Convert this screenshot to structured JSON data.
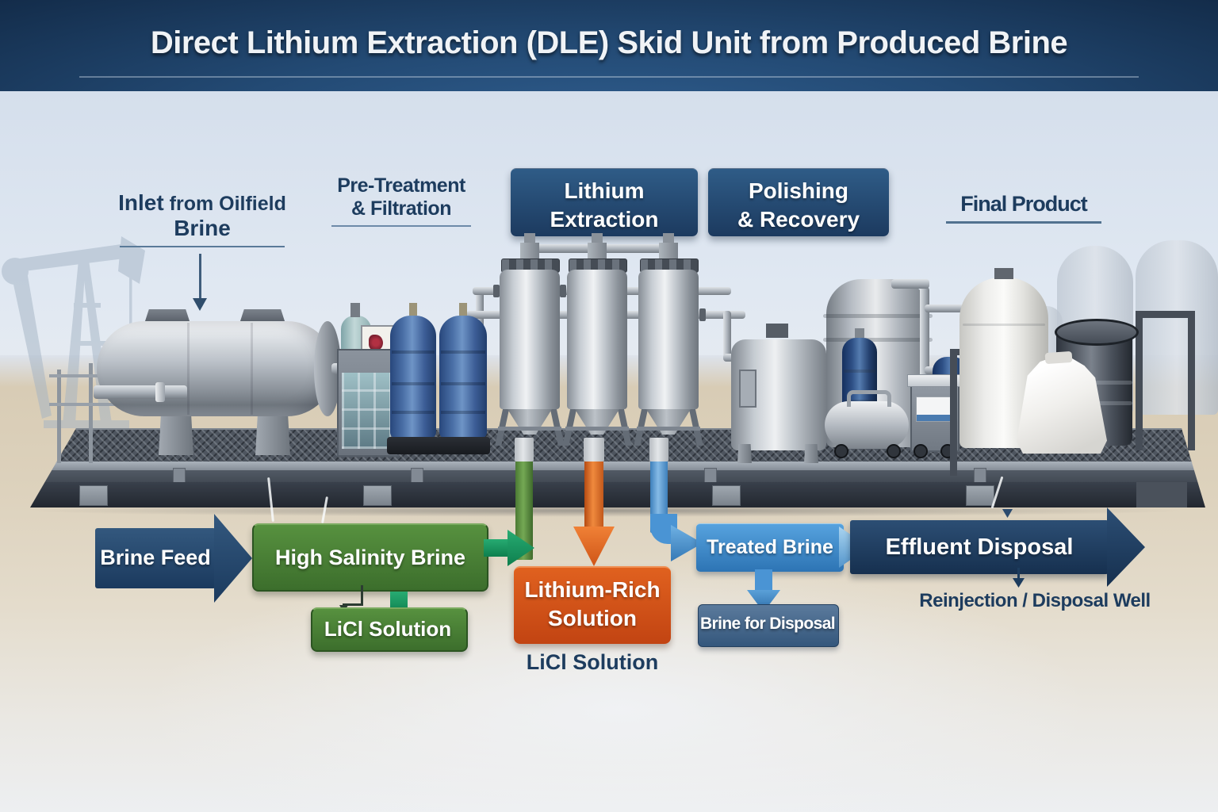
{
  "title": "Direct Lithium Extraction (DLE) Skid Unit from Produced Brine",
  "sections": {
    "inlet": {
      "emphasis": "Inlet",
      "rest": " from Oilfield",
      "line2": "Brine"
    },
    "pretreatment": {
      "line1": "Pre-Treatment",
      "line2": "& Filtration"
    },
    "lithium_extraction": {
      "line1": "Lithium",
      "line2": "Extraction"
    },
    "polishing_recovery": {
      "line1": "Polishing",
      "line2": "& Recovery"
    },
    "final_product": {
      "label": "Final Product"
    }
  },
  "flow": {
    "brine_feed": "Brine Feed",
    "high_salinity_brine": "High Salinity Brine",
    "licl_solution": "LiCl Solution",
    "lithium_rich": {
      "line1": "Lithium-Rich",
      "line2": "Solution"
    },
    "licl_caption": "LiCl Solution",
    "treated_brine": "Treated Brine",
    "brine_for_disposal": "Brine for Disposal",
    "effluent_disposal": "Effluent Disposal",
    "reinjection": "Reinjection / Disposal Well"
  },
  "colors": {
    "section_text": "#1d3c5e",
    "navy_box_light": "#2f5c87",
    "navy_box_dark": "#1c3a5f",
    "green_light": "#57913f",
    "green_dark": "#3c6e2c",
    "emerald": "#14985f",
    "orange_light": "#e0611f",
    "orange_dark": "#c24412",
    "blue_light": "#56a2de",
    "blue_dark": "#2d74b4",
    "steel_light": "#5b7a9c",
    "steel_dark": "#34577c",
    "effluent_light": "#2c4e74",
    "effluent_dark": "#16304f",
    "band_green": "#5a8f43",
    "band_orange": "#e4681c",
    "band_blue": "#5aa0d8",
    "sand": "#d9cdb7",
    "sky": "#d9e2ee"
  }
}
